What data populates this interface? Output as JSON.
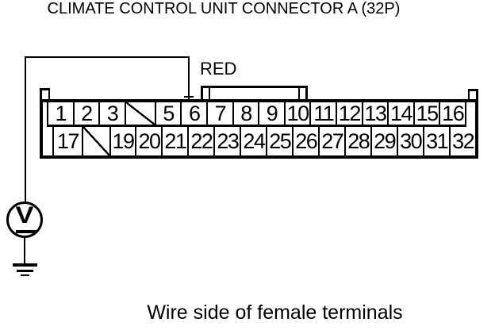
{
  "title": "CLIMATE CONTROL UNIT CONNECTOR A (32P)",
  "caption": "Wire side of female terminals",
  "wire": {
    "color_label": "RED"
  },
  "meter": {
    "label": "V"
  },
  "colors": {
    "line": "#000000",
    "background": "#ffffff"
  },
  "connector": {
    "rows": [
      {
        "cells": [
          {
            "label": "1"
          },
          {
            "label": "2"
          },
          {
            "label": "3"
          },
          {
            "label": "",
            "blocked": true
          },
          {
            "label": "5"
          },
          {
            "label": "6"
          },
          {
            "label": "7"
          },
          {
            "label": "8"
          },
          {
            "label": "9"
          },
          {
            "label": "10"
          },
          {
            "label": "11"
          },
          {
            "label": "12"
          },
          {
            "label": "13"
          },
          {
            "label": "14"
          },
          {
            "label": "15"
          },
          {
            "label": "16"
          }
        ]
      },
      {
        "cells": [
          {
            "label": "17"
          },
          {
            "label": "",
            "blocked": true
          },
          {
            "label": "19"
          },
          {
            "label": "20"
          },
          {
            "label": "21"
          },
          {
            "label": "22"
          },
          {
            "label": "23"
          },
          {
            "label": "24"
          },
          {
            "label": "25"
          },
          {
            "label": "26"
          },
          {
            "label": "27"
          },
          {
            "label": "28"
          },
          {
            "label": "29"
          },
          {
            "label": "30"
          },
          {
            "label": "31"
          },
          {
            "label": "32"
          }
        ]
      }
    ]
  }
}
